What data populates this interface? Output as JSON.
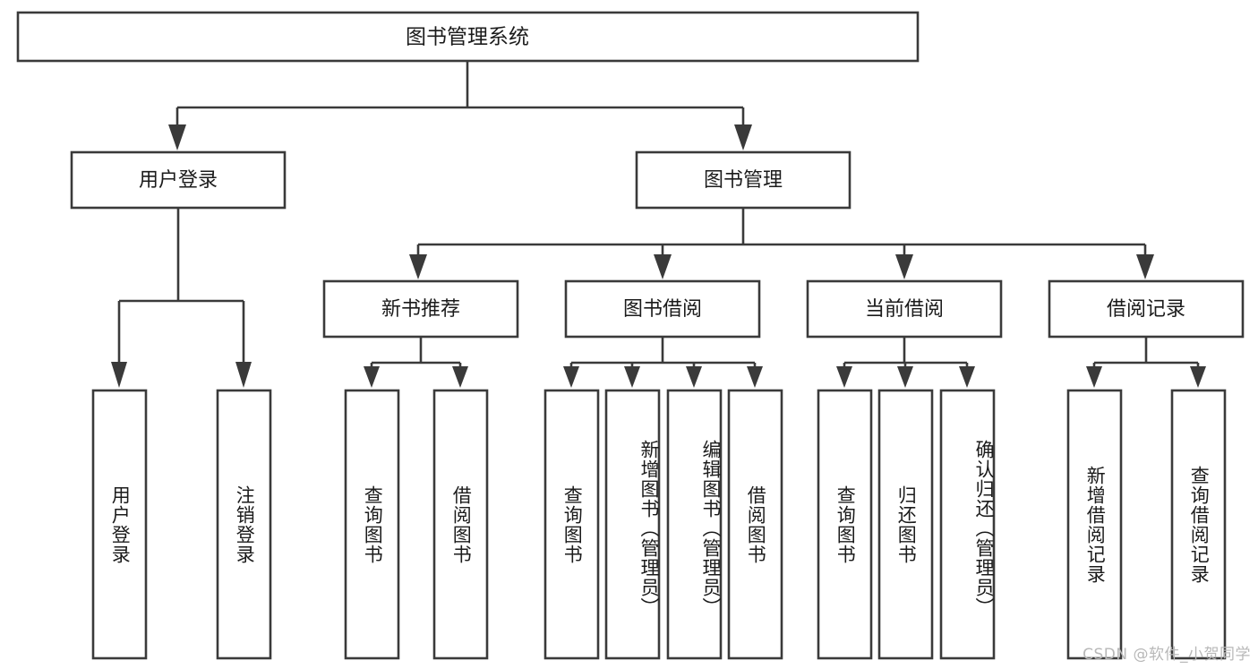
{
  "diagram": {
    "title": "图书管理系统",
    "type": "hierarchy-tree",
    "orientation": "top-down",
    "colors": {
      "box_stroke": "#3a3a3a",
      "box_fill": "#ffffff",
      "text": "#1b1b1b",
      "background": "#ffffff",
      "watermark": "#b8b8b8"
    },
    "root": {
      "label": "图书管理系统",
      "level": 1
    },
    "level2": [
      {
        "label": "用户登录"
      },
      {
        "label": "图书管理"
      }
    ],
    "level3": [
      {
        "label": "新书推荐"
      },
      {
        "label": "图书借阅"
      },
      {
        "label": "当前借阅"
      },
      {
        "label": "借阅记录"
      }
    ],
    "leaves": {
      "user_login": [
        {
          "label": "用户登录"
        },
        {
          "label": "注销登录"
        }
      ],
      "new_book_recommend": [
        {
          "label": "查询图书"
        },
        {
          "label": "借阅图书"
        }
      ],
      "book_borrow": [
        {
          "label": "查询图书"
        },
        {
          "label": "新增图书（管理员）"
        },
        {
          "label": "编辑图书（管理员）"
        },
        {
          "label": "借阅图书"
        }
      ],
      "current_borrow": [
        {
          "label": "查询图书"
        },
        {
          "label": "归还图书"
        },
        {
          "label": "确认归还（管理员）"
        }
      ],
      "borrow_record": [
        {
          "label": "新增借阅记录"
        },
        {
          "label": "查询借阅记录"
        }
      ]
    }
  },
  "watermark": {
    "text": "CSDN @软件_小贺同学"
  }
}
